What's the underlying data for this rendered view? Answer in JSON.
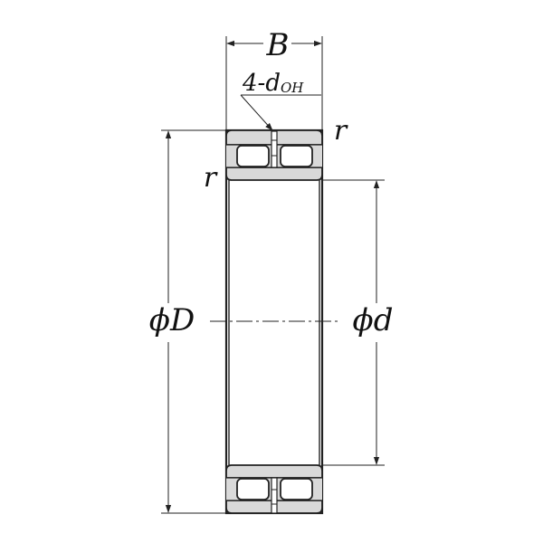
{
  "diagram": {
    "labels": {
      "width": "B",
      "oil_holes_prefix": "4-",
      "oil_holes_d": "d",
      "oil_holes_sub": "OH",
      "radius_top": "r",
      "radius_left": "r",
      "phi": "ϕ",
      "outer_diameter": "D",
      "inner_diameter": "d"
    },
    "colors": {
      "line": "#222222",
      "ring_fill": "#d9d9d9",
      "roller_fill": "#ffffff",
      "background": "#ffffff"
    }
  }
}
